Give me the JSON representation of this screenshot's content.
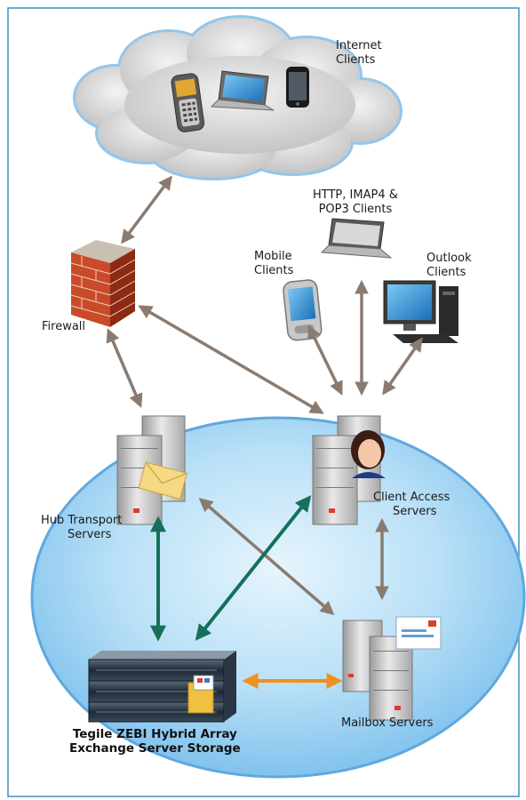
{
  "labels": {
    "internet_line1": "Internet",
    "internet_line2": "Clients",
    "http_line1": "HTTP, IMAP4 &",
    "http_line2": "POP3 Clients",
    "mobile_line1": "Mobile",
    "mobile_line2": "Clients",
    "outlook_line1": "Outlook",
    "outlook_line2": "Clients",
    "firewall": "Firewall",
    "hub_line1": "Hub Transport",
    "hub_line2": "Servers",
    "cas_line1": "Client Access",
    "cas_line2": "Servers",
    "mailbox": "Mailbox Servers",
    "storage_line1": "Tegile ZEBI Hybrid Array",
    "storage_line2": "Exchange Server Storage"
  },
  "colors": {
    "border": "#3d8fc9",
    "arrow_gray": "#8a7b70",
    "arrow_green": "#16705a",
    "arrow_orange": "#f0901e",
    "ellipse_fill": "#a9d8f5",
    "ellipse_stroke": "#5fa8df"
  },
  "icons": [
    "cloud-icon",
    "cellphone-icon",
    "laptop-icon",
    "smartphone-icon",
    "firewall-icon",
    "pda-icon",
    "desktop-computer-icon",
    "server-icon",
    "envelope-icon",
    "user-avatar-icon",
    "storage-array-icon"
  ]
}
